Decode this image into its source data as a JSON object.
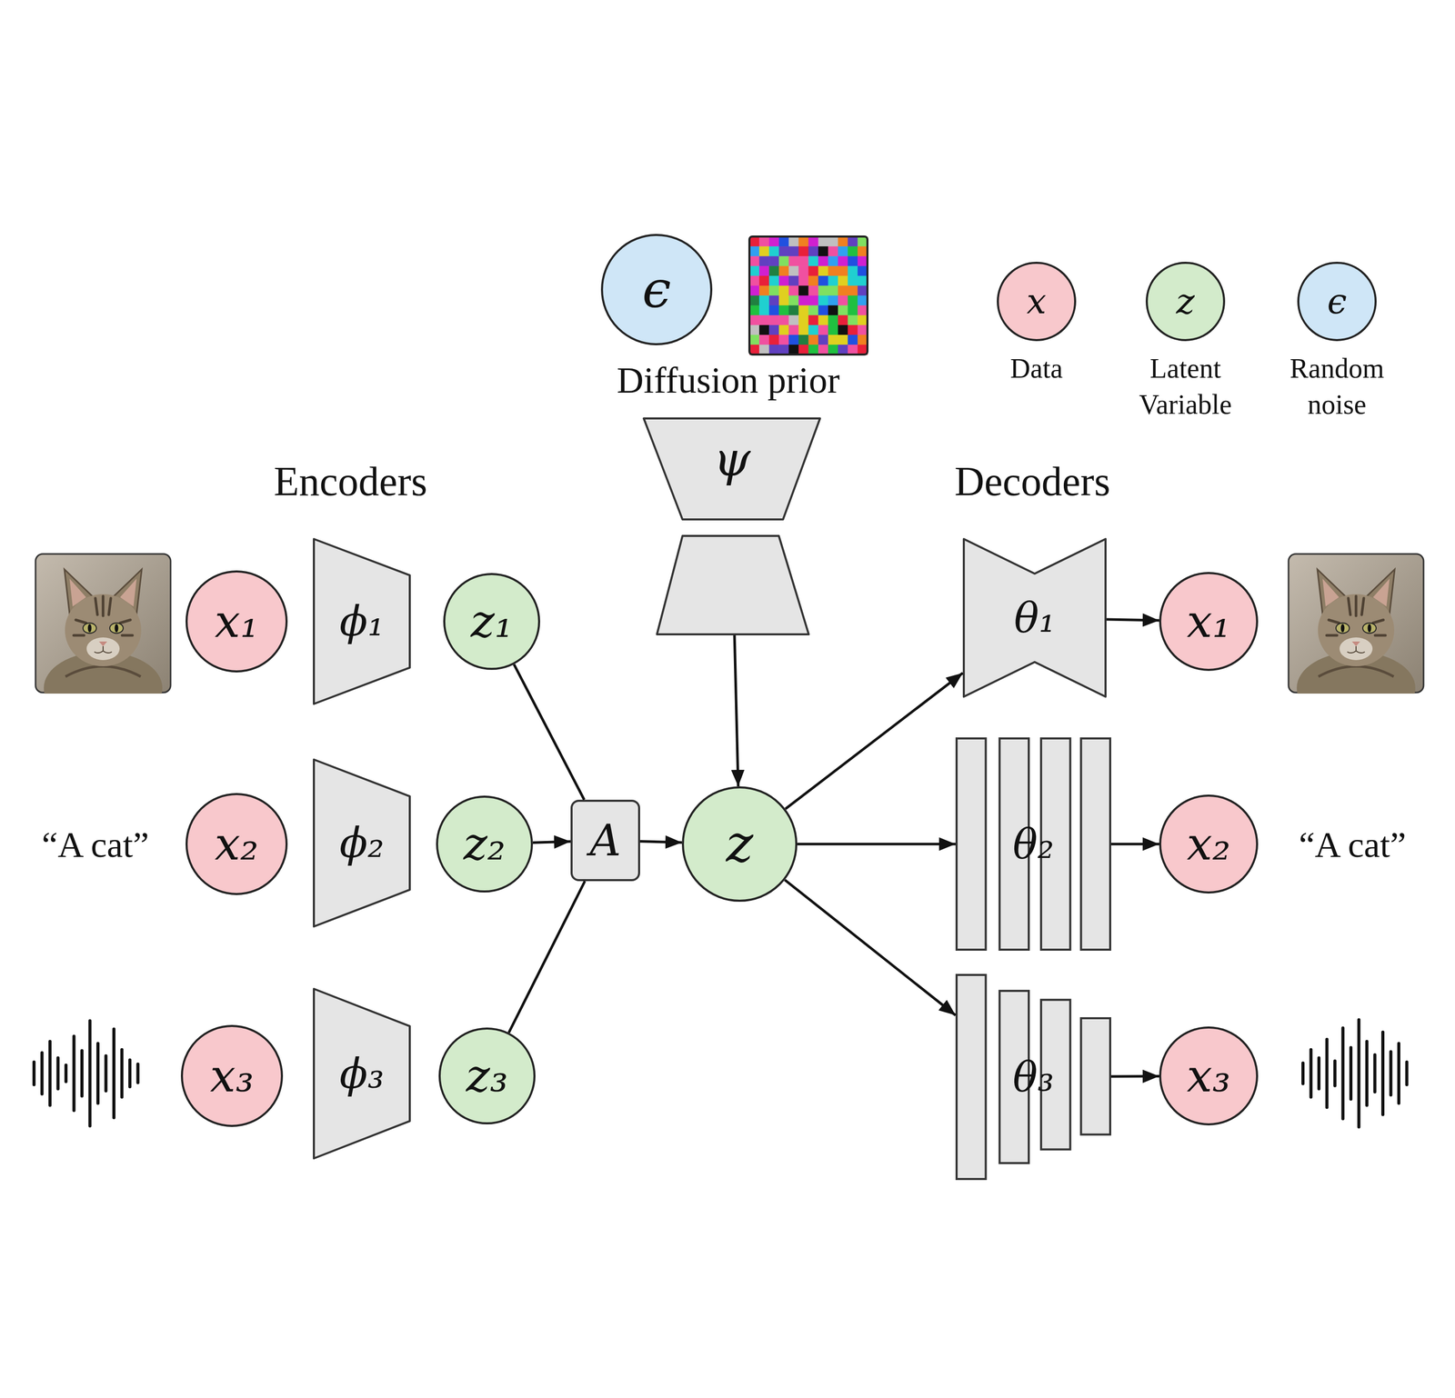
{
  "diagram": {
    "nodes": [
      {
        "text": [
          "ϵ"
        ]
      },
      {
        "text": [
          "ψ"
        ]
      },
      {
        "text": [
          "x₁"
        ]
      },
      {
        "text": [
          "ϕ₁"
        ]
      },
      {
        "text": [
          "z₁"
        ]
      },
      {
        "text": [
          "θ₁"
        ]
      },
      {
        "text": [
          "x₁"
        ]
      },
      {
        "text": [
          "x₂"
        ]
      },
      {
        "text": [
          "ϕ₂"
        ]
      },
      {
        "text": [
          "z₂"
        ]
      },
      {
        "text": [
          "A"
        ]
      },
      {
        "text": [
          "z"
        ]
      },
      {
        "text": [
          "θ₂"
        ]
      },
      {
        "text": [
          "x₂"
        ]
      },
      {
        "text": [
          "x₃"
        ]
      },
      {
        "text": [
          "ϕ₃"
        ]
      },
      {
        "text": [
          "z₃"
        ]
      },
      {
        "text": [
          "θ₃"
        ]
      },
      {
        "text": [
          "x₃"
        ]
      }
    ],
    "edges": [
      {
        "from": 1,
        "to": 11,
        "arrow": "to"
      },
      {
        "from": 4,
        "to": 10,
        "arrow": "none"
      },
      {
        "from": 9,
        "to": 10,
        "arrow": "to"
      },
      {
        "from": 16,
        "to": 10,
        "arrow": "none"
      },
      {
        "from": 10,
        "to": 11,
        "arrow": "to"
      },
      {
        "from": 11,
        "to": 5,
        "arrow": "to"
      },
      {
        "from": 11,
        "to": 12,
        "arrow": "to"
      },
      {
        "from": 11,
        "to": 17,
        "arrow": "to"
      },
      {
        "from": 5,
        "to": 6,
        "arrow": "to"
      },
      {
        "from": 12,
        "to": 13,
        "arrow": "to"
      },
      {
        "from": 17,
        "to": 18,
        "arrow": "to"
      }
    ],
    "labels": [
      "Diffusion prior",
      "x",
      "z",
      "ϵ",
      "Encoders",
      "Decoders",
      "“A cat”",
      "“A cat”"
    ],
    "legend": [
      {
        "text": "Data",
        "color": "#f8c8cc"
      },
      {
        "text": "Latent Variable",
        "color": "#d3ebcb"
      },
      {
        "text": "Random noise",
        "color": "#cfe6f7"
      }
    ]
  }
}
